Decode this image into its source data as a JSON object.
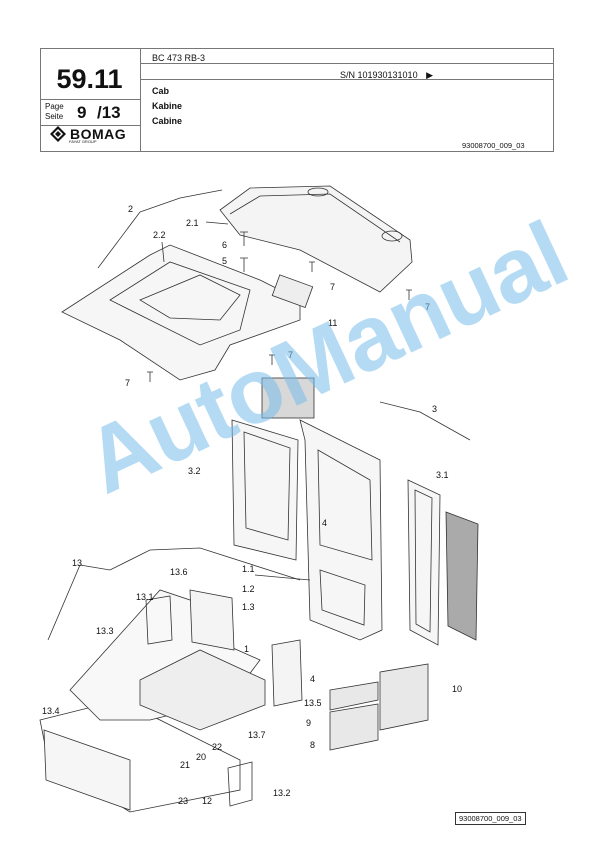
{
  "header": {
    "section_number": "59.11",
    "page_label_en": "Page",
    "page_label_de": "Seite",
    "page_current": "9",
    "page_total": "/13",
    "model": "BC 473 RB-3",
    "serial": "S/N 101930131010",
    "serial_arrow": "▶",
    "title_en": "Cab",
    "title_de": "Kabine",
    "title_fr": "Cabine",
    "doc_ref": "93008700_009_03",
    "logo_text": "BOMAG",
    "logo_sub": "FAYAT GROUP"
  },
  "watermark": "AutoManual",
  "footer_ref": "93008700_009_03",
  "callouts": {
    "c2": "2",
    "c2_1": "2.1",
    "c2_2": "2.2",
    "c6": "6",
    "c5": "5",
    "c7a": "7",
    "c7b": "7",
    "c7c": "7",
    "c7d": "7",
    "c11": "11",
    "c3": "3",
    "c3_1": "3.1",
    "c3_2": "3.2",
    "c4a": "4",
    "c4b": "4",
    "c1": "1",
    "c1_1": "1.1",
    "c1_2": "1.2",
    "c1_3": "1.3",
    "c13": "13",
    "c13_1": "13.1",
    "c13_2": "13.2",
    "c13_3": "13.3",
    "c13_4": "13.4",
    "c13_5": "13.5",
    "c13_6": "13.6",
    "c13_7": "13.7",
    "c8": "8",
    "c9": "9",
    "c10": "10",
    "c12": "12",
    "c20": "20",
    "c21": "21",
    "c22": "22",
    "c23": "23"
  },
  "colors": {
    "line": "#333333",
    "watermark": "#78bee b"
  }
}
